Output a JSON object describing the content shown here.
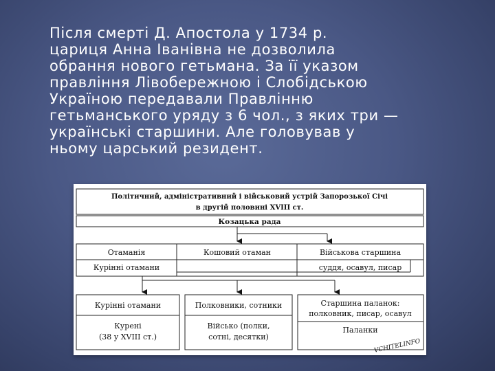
{
  "slide": {
    "paragraph": "Після смерті Д. Апостола у 1734 р.\nцариця Анна Іванівна не дозволила\nобрання нового гетьмана. За її указом\nправління Лівобережною і Слобідською\nУкраїною передавали Правлінню\nгетьманського уряду з 6 чол., з яких три —\nукраїнські старшини. Але головував у\nньому царський резидент."
  },
  "diagram": {
    "title_line1": "Політичний, адміністративний і військовий устрій Запорозької Січі",
    "title_line2": "в другій половині XVIII ст.",
    "kozacka_rada": "Козацька рада",
    "otamania": "Отаманія",
    "koshovyi": "Кошовий отаман",
    "viiskova_starshyna": "Військова старшина",
    "kurinni_top": "Курінні отамани",
    "sudia": "суддя, осавул, писар",
    "kurinni_bottom": "Курінні отамани",
    "polkovnyky": "Полковники, сотники",
    "starshyna_line1": "Старшина паланок:",
    "starshyna_line2": "полковник, писар, осавул",
    "kureni_line1": "Курені",
    "kureni_line2": "(38 у XVIII ст.)",
    "viisko_line1": "Військо (полки,",
    "viisko_line2": "сотні, десятки)",
    "palanky": "Паланки",
    "watermark": "VCHITELINFO"
  }
}
